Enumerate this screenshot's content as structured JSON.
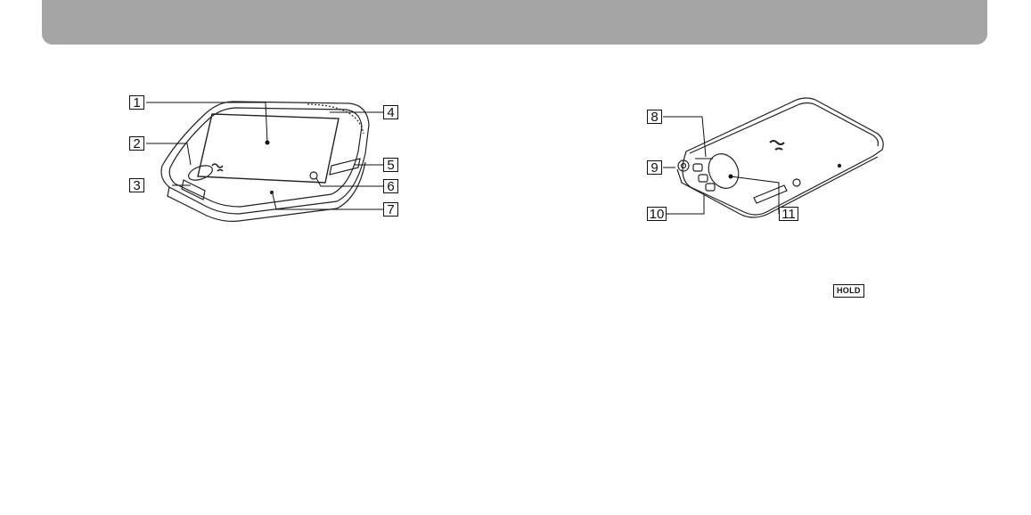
{
  "header": {
    "title": ""
  },
  "figure_front": {
    "callouts": [
      {
        "id": "c1",
        "label": "1"
      },
      {
        "id": "c2",
        "label": "2"
      },
      {
        "id": "c3",
        "label": "3"
      },
      {
        "id": "c4",
        "label": "4"
      },
      {
        "id": "c5",
        "label": "5"
      },
      {
        "id": "c6",
        "label": "6"
      },
      {
        "id": "c7",
        "label": "7"
      }
    ]
  },
  "figure_back": {
    "callouts": [
      {
        "id": "c8",
        "label": "8"
      },
      {
        "id": "c9",
        "label": "9"
      },
      {
        "id": "c10",
        "label": "10"
      },
      {
        "id": "c11",
        "label": "11"
      }
    ]
  },
  "hold_label": "HOLD",
  "colors": {
    "header_bar": "#a5a5a5",
    "line": "#111111"
  }
}
